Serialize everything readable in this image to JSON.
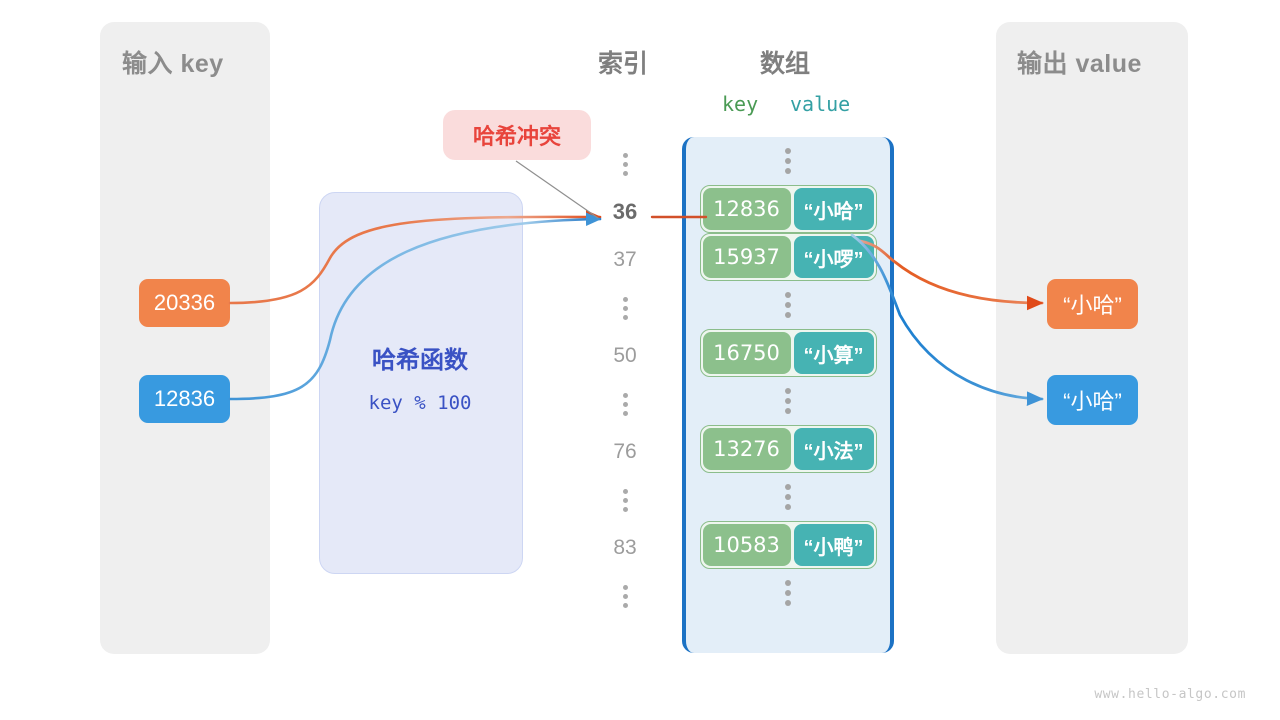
{
  "panels": {
    "input": {
      "title": "输入 key"
    },
    "output": {
      "title": "输出 value"
    }
  },
  "columns": {
    "index_title": "索引",
    "array_title": "数组",
    "key_head": "key",
    "value_head": "value"
  },
  "hash_function": {
    "title": "哈希函数",
    "formula": "key % 100"
  },
  "collision": {
    "label": "哈希冲突"
  },
  "input_keys": [
    {
      "value": "20336",
      "color": "#f1844b"
    },
    {
      "value": "12836",
      "color": "#389ae0"
    }
  ],
  "output_values": [
    {
      "value": "“小哈”",
      "color": "#f1844b"
    },
    {
      "value": "“小哈”",
      "color": "#389ae0"
    }
  ],
  "index_column": [
    {
      "type": "dots"
    },
    {
      "type": "index",
      "label": "36",
      "active": true
    },
    {
      "type": "index",
      "label": "37",
      "active": false
    },
    {
      "type": "dots"
    },
    {
      "type": "index",
      "label": "50",
      "active": false
    },
    {
      "type": "dots"
    },
    {
      "type": "index",
      "label": "76",
      "active": false
    },
    {
      "type": "dots"
    },
    {
      "type": "index",
      "label": "83",
      "active": false
    },
    {
      "type": "dots"
    }
  ],
  "array_rows": [
    {
      "type": "dots"
    },
    {
      "type": "pair",
      "key": "12836",
      "value": "“小哈”"
    },
    {
      "type": "pair",
      "key": "15937",
      "value": "“小啰”"
    },
    {
      "type": "dots"
    },
    {
      "type": "pair",
      "key": "16750",
      "value": "“小算”"
    },
    {
      "type": "dots"
    },
    {
      "type": "pair",
      "key": "13276",
      "value": "“小法”"
    },
    {
      "type": "dots"
    },
    {
      "type": "pair",
      "key": "10583",
      "value": "“小鸭”"
    },
    {
      "type": "dots"
    }
  ],
  "colors": {
    "panel_bg": "#efefef",
    "hash_bg": "#e5e9f8",
    "hash_text": "#3a52c4",
    "array_bg": "#e3eef8",
    "array_border": "#1c72c4",
    "cell_key": "#8cc08c",
    "cell_value": "#46b3b3",
    "cell_frame": "#8bbd8b",
    "orange": "#f1844b",
    "blue": "#389ae0",
    "orange_wire": "#e04a19",
    "blue_wire": "#1c7fd0",
    "collision_bg": "#fadcdc",
    "collision_text": "#e8443c",
    "title_gray": "#8c8c8c"
  },
  "watermark": "www.hello-algo.com"
}
